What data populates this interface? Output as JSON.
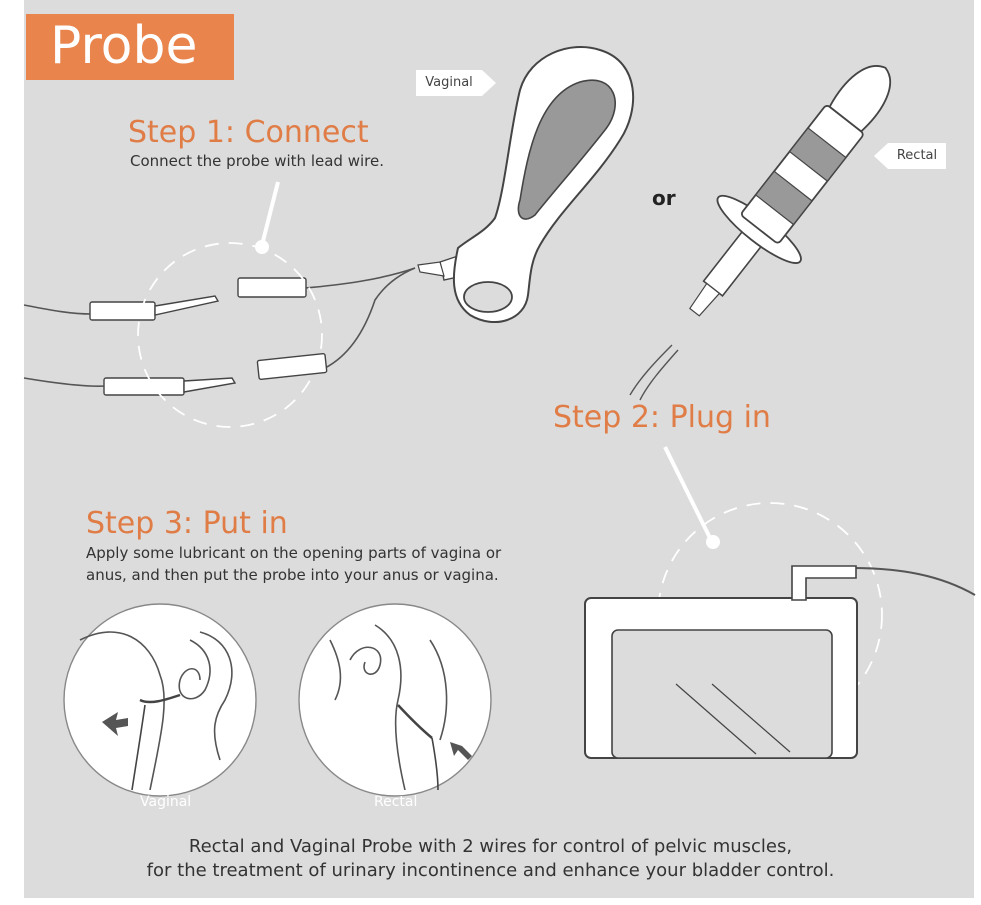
{
  "title": "Probe",
  "step1": {
    "title": "Step 1: Connect",
    "desc": "Connect the probe with lead wire."
  },
  "step2": {
    "title": "Step 2: Plug in"
  },
  "step3": {
    "title": "Step 3: Put in",
    "desc_line1": "Apply some lubricant on the opening parts of vagina or",
    "desc_line2": "anus, and then put the probe into your anus or vagina."
  },
  "tags": {
    "vaginal": "Vaginal",
    "rectal": "Rectal"
  },
  "or_text": "or",
  "circle_labels": {
    "vaginal": "Vaginal",
    "rectal": "Rectal"
  },
  "footer": {
    "line1": "Rectal and Vaginal Probe with 2 wires for control of pelvic muscles,",
    "line2": "for the treatment of urinary incontinence and enhance your bladder control."
  },
  "colors": {
    "accent": "#e8844c",
    "background": "#dcdcdc",
    "probe_gray": "#999999"
  }
}
